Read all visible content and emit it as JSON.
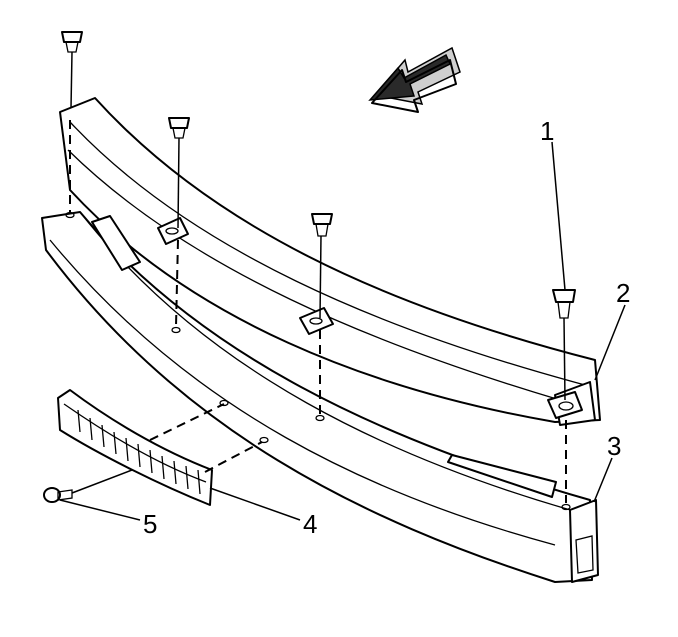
{
  "callouts": {
    "c1": "1",
    "c2": "2",
    "c3": "3",
    "c4": "4",
    "c5": "5"
  },
  "colors": {
    "line": "#000000",
    "background": "#ffffff",
    "shade": "#cfcfcf"
  }
}
